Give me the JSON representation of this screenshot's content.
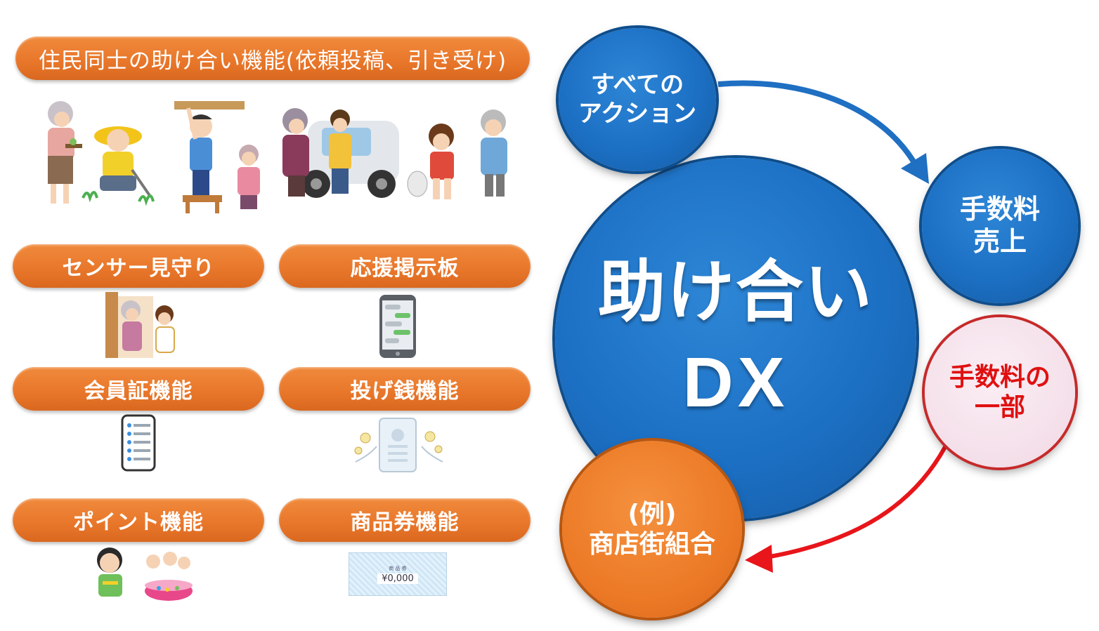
{
  "features": {
    "mutual_aid": "住民同士の助け合い機能(依頼投稿、引き受け)",
    "sensor": "センサー見守り",
    "board": "応援掲示板",
    "membership": "会員証機能",
    "tipping": "投げ銭機能",
    "points": "ポイント機能",
    "voucher": "商品券機能"
  },
  "voucher_card": {
    "title": "商 品 券",
    "amount": "¥0,000"
  },
  "cycle": {
    "center_line1": "助け合い",
    "center_line2": "DX",
    "all_actions_line1": "すべての",
    "all_actions_line2": "アクション",
    "fee_sales_line1": "手数料",
    "fee_sales_line2": "売上",
    "fee_part_line1": "手数料の",
    "fee_part_line2": "一部",
    "example_line1": "(例)",
    "example_line2": "商店街組合"
  },
  "colors": {
    "orange": "#ec7a26",
    "blue": "#1c70c4",
    "red": "#e01010",
    "arrow_blue": "#1f6fc2",
    "arrow_red": "#e8151a"
  }
}
